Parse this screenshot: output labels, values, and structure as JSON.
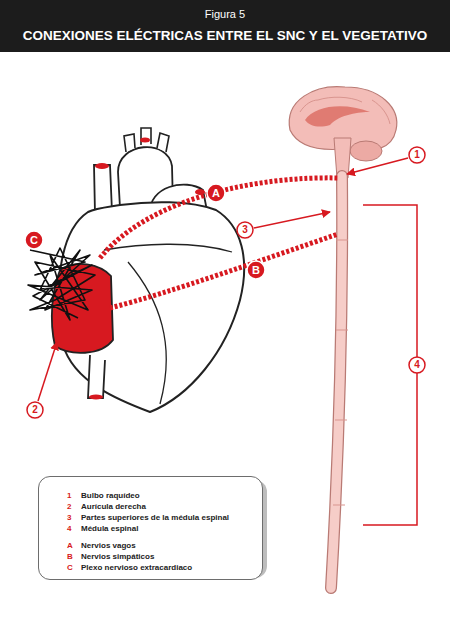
{
  "diagram": {
    "title": "CONEXIONES ELÉCTRICAS ENTRE EL SNC Y EL VEGETATIVO",
    "nodes": [
      {
        "text": [
          "1"
        ]
      },
      {
        "text": [
          "A"
        ]
      },
      {
        "text": [
          "C"
        ]
      },
      {
        "text": [
          "3"
        ]
      },
      {
        "text": [
          "B"
        ]
      },
      {
        "text": [
          "4"
        ]
      },
      {
        "text": [
          "2"
        ]
      },
      {
        "text": [
          "1",
          "Bulbo raquídeo",
          "2",
          "Aurícula derecha",
          "3",
          "Partes superiores de la médula espinal",
          "4",
          "Médula espinal",
          "A",
          "Nervios vagos",
          "B",
          "Nervios simpáticos",
          "C",
          "Plexo nervioso extracardiaco"
        ]
      }
    ],
    "labels": [
      "Figura 5"
    ]
  }
}
